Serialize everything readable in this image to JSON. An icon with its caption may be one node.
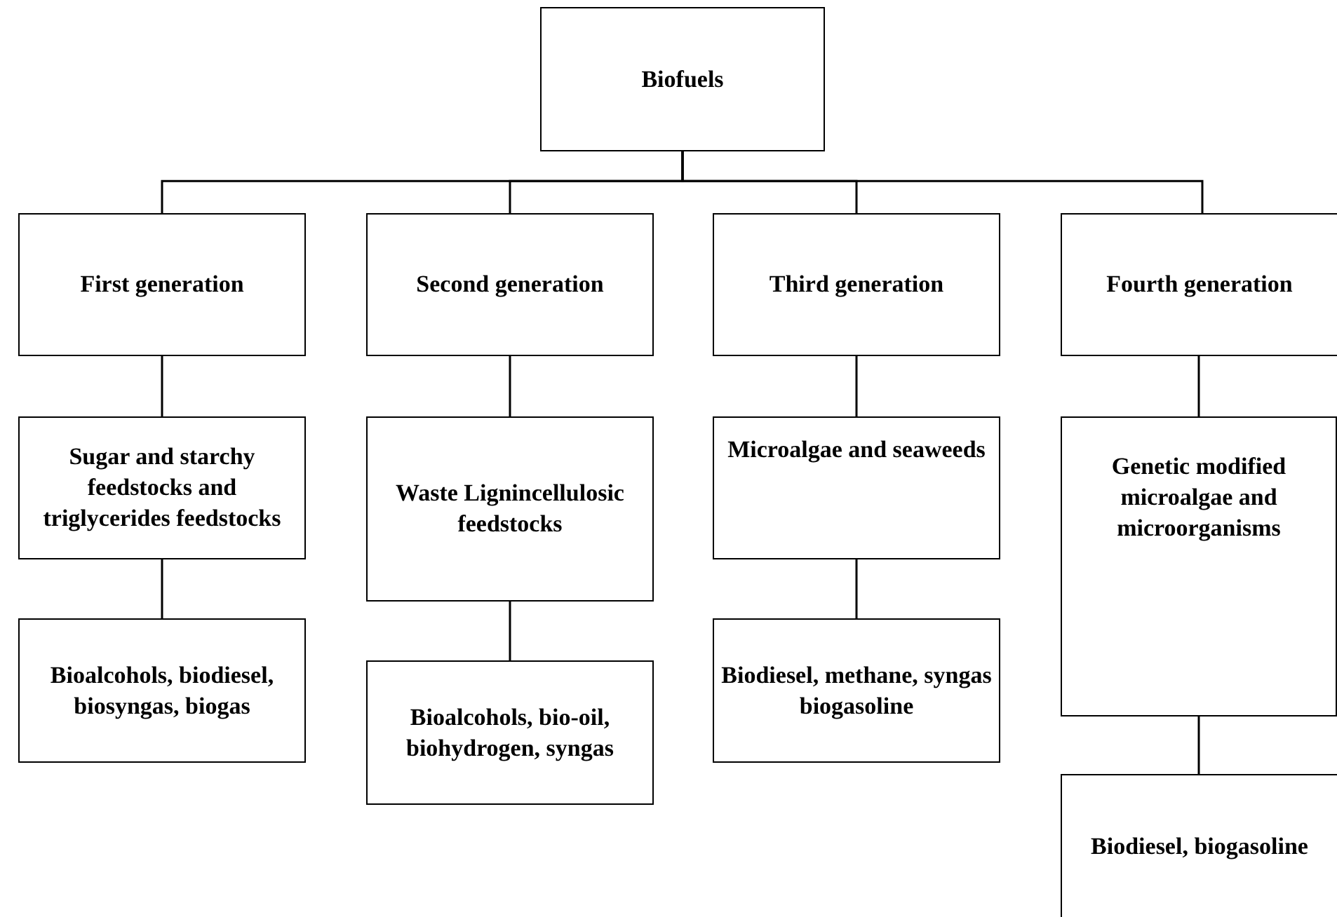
{
  "diagram": {
    "nodes": [
      {
        "text": [
          "Biofuels"
        ]
      },
      {
        "text": [
          "First generation"
        ]
      },
      {
        "text": [
          "Second generation"
        ]
      },
      {
        "text": [
          "Third  generation"
        ]
      },
      {
        "text": [
          "Fourth generation"
        ]
      },
      {
        "text": [
          "Sugar and starchy feedstocks and triglycerides feedstocks"
        ]
      },
      {
        "text": [
          "Waste Lignincellulosic feedstocks"
        ]
      },
      {
        "text": [
          "Microalgae and seaweeds"
        ]
      },
      {
        "text": [
          "Genetic modified microalgae and microorganisms"
        ]
      },
      {
        "text": [
          "Bioalcohols, biodiesel, biosyngas, biogas"
        ]
      },
      {
        "text": [
          "Bioalcohols, bio-oil, biohydrogen, syngas"
        ]
      },
      {
        "text": [
          "Biodiesel, methane, syngas biogasoline"
        ]
      },
      {
        "text": [
          "Biodiesel, biogasoline"
        ]
      }
    ],
    "edges": [
      {
        "from": 0,
        "to": 1,
        "arrow": "none"
      },
      {
        "from": 0,
        "to": 2,
        "arrow": "none"
      },
      {
        "from": 0,
        "to": 3,
        "arrow": "none"
      },
      {
        "from": 0,
        "to": 4,
        "arrow": "none"
      },
      {
        "from": 1,
        "to": 5,
        "arrow": "none"
      },
      {
        "from": 2,
        "to": 6,
        "arrow": "none"
      },
      {
        "from": 3,
        "to": 7,
        "arrow": "none"
      },
      {
        "from": 4,
        "to": 8,
        "arrow": "none"
      },
      {
        "from": 5,
        "to": 9,
        "arrow": "none"
      },
      {
        "from": 6,
        "to": 10,
        "arrow": "none"
      },
      {
        "from": 7,
        "to": 11,
        "arrow": "none"
      },
      {
        "from": 8,
        "to": 12,
        "arrow": "none"
      }
    ]
  }
}
